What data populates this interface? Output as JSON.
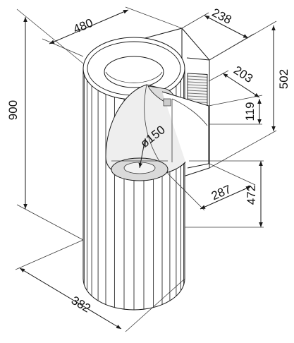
{
  "dimensions": {
    "d480": "480",
    "d238": "238",
    "d900": "900",
    "d203": "203",
    "d502": "502",
    "d119": "119",
    "d150": "ø150",
    "d472": "472",
    "d287": "287",
    "d382": "382"
  },
  "colors": {
    "line": "#1a1a1a",
    "background": "#ffffff",
    "shade": "#e6e6e6"
  }
}
